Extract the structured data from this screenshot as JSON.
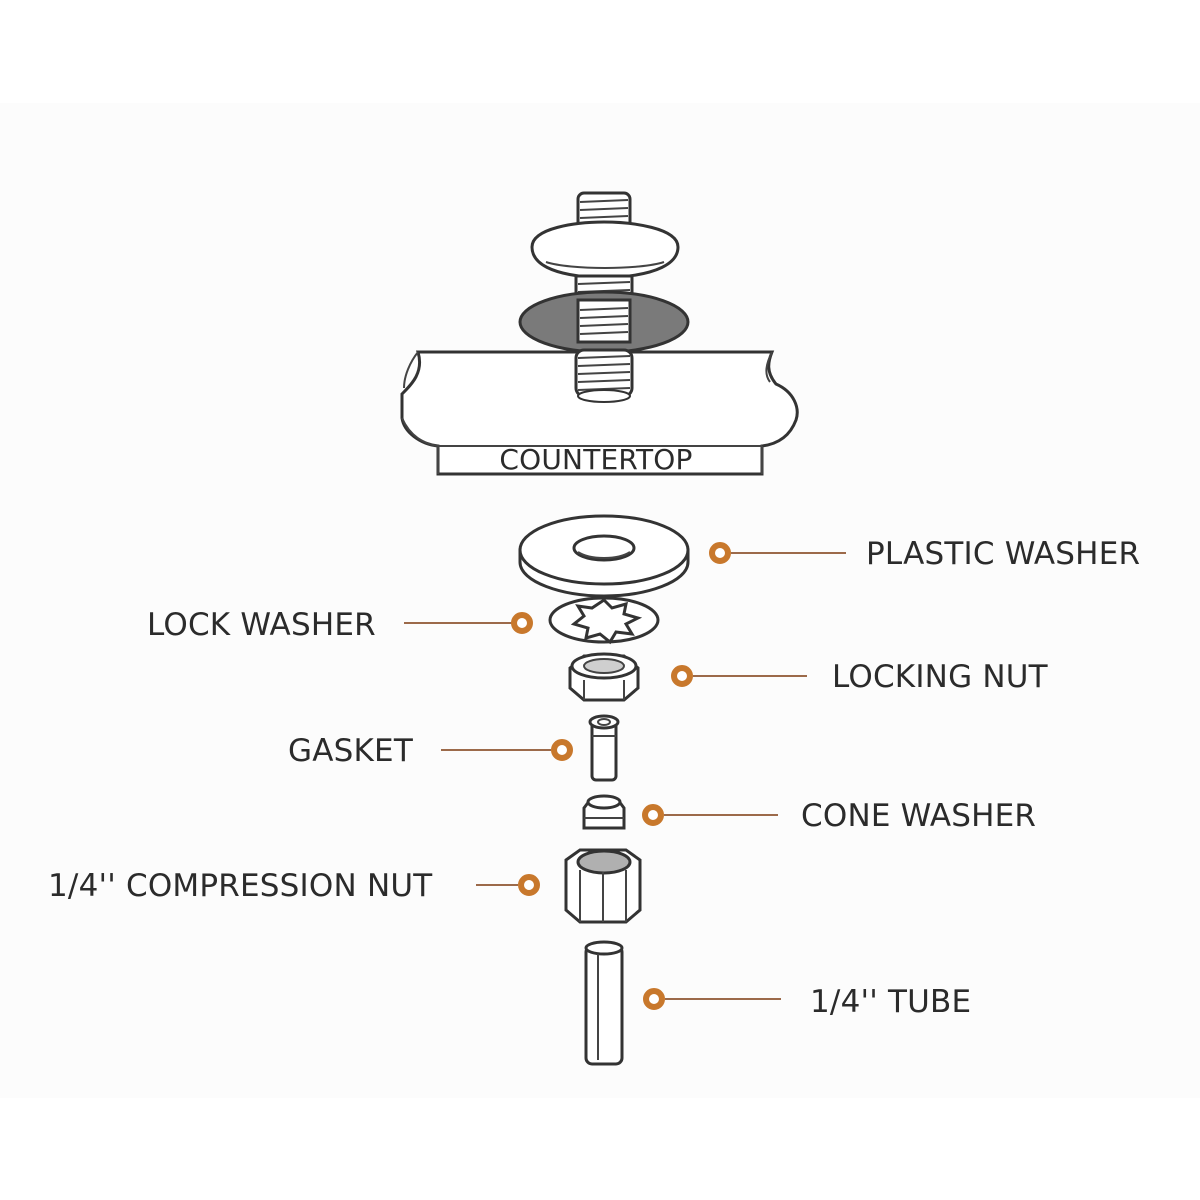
{
  "diagram": {
    "countertop_label": "COUNTERTOP",
    "parts": [
      {
        "id": "plastic-washer",
        "label": "PLASTIC WASHER"
      },
      {
        "id": "lock-washer",
        "label": "LOCK WASHER"
      },
      {
        "id": "locking-nut",
        "label": "LOCKING NUT"
      },
      {
        "id": "gasket",
        "label": "GASKET"
      },
      {
        "id": "cone-washer",
        "label": "CONE WASHER"
      },
      {
        "id": "compression-nut",
        "label": "1/4'' COMPRESSION NUT"
      },
      {
        "id": "tube",
        "label": "1/4'' TUBE"
      }
    ],
    "colors": {
      "marker": "#c8782c",
      "leader": "#9c6a4a",
      "outline": "#333333",
      "gasket_fill": "#7a7a7a"
    }
  }
}
